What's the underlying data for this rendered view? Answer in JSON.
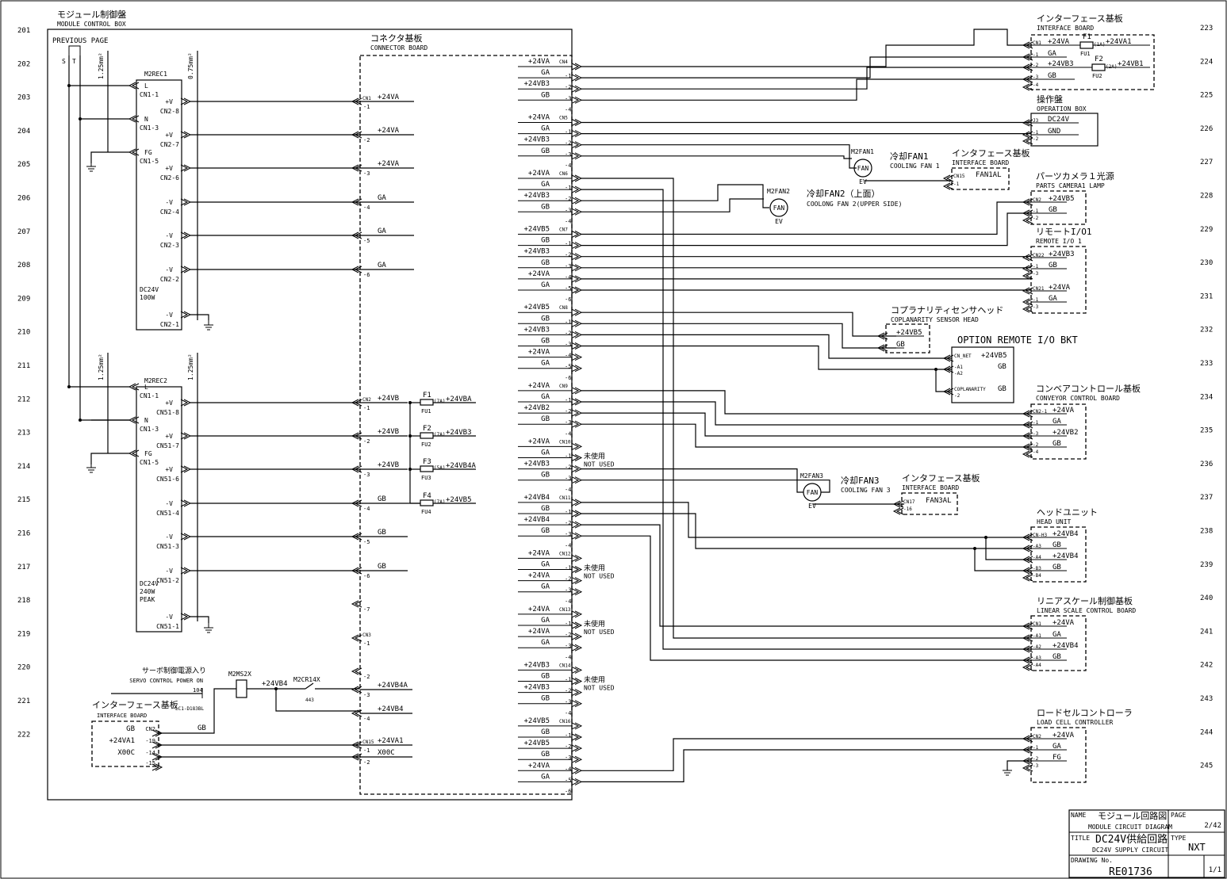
{
  "row_numbers_left": [
    "201",
    "202",
    "203",
    "204",
    "205",
    "206",
    "207",
    "208",
    "209",
    "210",
    "211",
    "212",
    "213",
    "214",
    "215",
    "216",
    "217",
    "218",
    "219",
    "220",
    "221",
    "222"
  ],
  "row_numbers_right": [
    "223",
    "224",
    "225",
    "226",
    "227",
    "228",
    "229",
    "230",
    "231",
    "232",
    "233",
    "234",
    "235",
    "236",
    "237",
    "238",
    "239",
    "240",
    "241",
    "242",
    "243",
    "244",
    "245"
  ],
  "module_box": {
    "title_jp": "モジュール制御盤",
    "title_en": "MODULE CONTROL BOX"
  },
  "previous_page": {
    "label": "PREVIOUS PAGE",
    "wire_s": "S",
    "wire_t": "T"
  },
  "wire_gauges": {
    "g1": "1.25mm²",
    "g2": "0.75mm²",
    "g3": "1.25mm²",
    "g4": "1.25mm²"
  },
  "rec1": {
    "name": "M2REC1",
    "inputs": [
      {
        "sig": "L",
        "pin": "CN1-1"
      },
      {
        "sig": "N",
        "pin": "CN1-3"
      },
      {
        "sig": "FG",
        "pin": "CN1-5"
      }
    ],
    "outputs": [
      {
        "sig": "+V",
        "pin": "CN2-8"
      },
      {
        "sig": "+V",
        "pin": "CN2-7"
      },
      {
        "sig": "+V",
        "pin": "CN2-6"
      },
      {
        "sig": "-V",
        "pin": "CN2-4"
      },
      {
        "sig": "-V",
        "pin": "CN2-3"
      },
      {
        "sig": "-V",
        "pin": "CN2-2"
      },
      {
        "sig": "-V",
        "pin": "CN2-1"
      }
    ],
    "rating": [
      "DC24V",
      "100W"
    ]
  },
  "rec2": {
    "name": "M2REC2",
    "inputs": [
      {
        "sig": "L",
        "pin": "CN1-1"
      },
      {
        "sig": "N",
        "pin": "CN1-3"
      },
      {
        "sig": "FG",
        "pin": "CN1-5"
      }
    ],
    "outputs": [
      {
        "sig": "+V",
        "pin": "CN51-8"
      },
      {
        "sig": "+V",
        "pin": "CN51-7"
      },
      {
        "sig": "+V",
        "pin": "CN51-6"
      },
      {
        "sig": "-V",
        "pin": "CN51-4"
      },
      {
        "sig": "-V",
        "pin": "CN51-3"
      },
      {
        "sig": "-V",
        "pin": "CN51-2"
      },
      {
        "sig": "-V",
        "pin": "CN51-1"
      }
    ],
    "rating": [
      "DC24V",
      "240W",
      "PEAK"
    ]
  },
  "connector_board": {
    "title_jp": "コネクタ基板",
    "title_en": "CONNECTOR BOARD",
    "left_cn1": [
      {
        "pin": "CN1",
        "sub": "-1",
        "net": "+24VA"
      },
      {
        "pin": "",
        "sub": "-2",
        "net": "+24VA"
      },
      {
        "pin": "",
        "sub": "-3",
        "net": "+24VA"
      },
      {
        "pin": "",
        "sub": "-4",
        "net": "GA"
      },
      {
        "pin": "",
        "sub": "-5",
        "net": "GA"
      },
      {
        "pin": "",
        "sub": "-6",
        "net": "GA"
      }
    ],
    "left_cn2": [
      {
        "pin": "CN2",
        "sub": "-1",
        "net": "+24VB"
      },
      {
        "pin": "",
        "sub": "-2",
        "net": "+24VB"
      },
      {
        "pin": "",
        "sub": "-3",
        "net": "+24VB"
      },
      {
        "pin": "",
        "sub": "-4",
        "net": "GB"
      },
      {
        "pin": "",
        "sub": "-5",
        "net": "GB"
      },
      {
        "pin": "",
        "sub": "-6",
        "net": "GB"
      },
      {
        "pin": "",
        "sub": "-7",
        "net": ""
      }
    ],
    "left_cn3": [
      {
        "pin": "CN3",
        "sub": "-1",
        "net": ""
      },
      {
        "pin": "",
        "sub": "-2",
        "net": ""
      },
      {
        "pin": "",
        "sub": "-3",
        "net": "+24VB4A"
      },
      {
        "pin": "",
        "sub": "-4",
        "net": "+24VB4"
      }
    ],
    "left_cn15": [
      {
        "pin": "CN15",
        "sub": "-1",
        "net": "+24VA1"
      },
      {
        "pin": "",
        "sub": "-2",
        "net": "X00C"
      }
    ],
    "fuses": [
      {
        "name": "F1",
        "id": "FU1",
        "rating": "(7A)",
        "out": "+24VBA"
      },
      {
        "name": "F2",
        "id": "FU2",
        "rating": "(7A)",
        "out": "+24VB3"
      },
      {
        "name": "F3",
        "id": "FU3",
        "rating": "(5A)",
        "out": "+24VB4A"
      },
      {
        "name": "F4",
        "id": "FU4",
        "rating": "(7A)",
        "out": "+24VB5"
      }
    ],
    "right_connectors": [
      {
        "name": "CN4",
        "pins": [
          {
            "net": "+24VA",
            "sub": ""
          },
          {
            "net": "GA",
            "sub": "-1"
          },
          {
            "net": "+24VB3",
            "sub": "-2"
          },
          {
            "net": "GB",
            "sub": "-3"
          },
          {
            "net": "",
            "sub": "-4"
          }
        ]
      },
      {
        "name": "CN5",
        "pins": [
          {
            "net": "+24VA",
            "sub": ""
          },
          {
            "net": "GA",
            "sub": "-1"
          },
          {
            "net": "+24VB3",
            "sub": "-2"
          },
          {
            "net": "GB",
            "sub": "-3"
          },
          {
            "net": "",
            "sub": "-4"
          }
        ]
      },
      {
        "name": "CN6",
        "pins": [
          {
            "net": "+24VA",
            "sub": ""
          },
          {
            "net": "GA",
            "sub": "-1"
          },
          {
            "net": "+24VB3",
            "sub": "-2"
          },
          {
            "net": "GB",
            "sub": "-3"
          },
          {
            "net": "",
            "sub": "-4"
          }
        ]
      },
      {
        "name": "CN7",
        "pins": [
          {
            "net": "+24VB5",
            "sub": ""
          },
          {
            "net": "GB",
            "sub": "-1"
          },
          {
            "net": "+24VB3",
            "sub": "-2"
          },
          {
            "net": "GB",
            "sub": "-3"
          },
          {
            "net": "+24VA",
            "sub": "-4"
          },
          {
            "net": "GA",
            "sub": "-5"
          },
          {
            "net": "",
            "sub": "-6"
          }
        ]
      },
      {
        "name": "CN8",
        "pins": [
          {
            "net": "+24VB5",
            "sub": ""
          },
          {
            "net": "GB",
            "sub": "-1"
          },
          {
            "net": "+24VB3",
            "sub": "-2"
          },
          {
            "net": "GB",
            "sub": "-3"
          },
          {
            "net": "+24VA",
            "sub": "-4"
          },
          {
            "net": "GA",
            "sub": "-5"
          },
          {
            "net": "",
            "sub": "-6"
          }
        ]
      },
      {
        "name": "CN9",
        "pins": [
          {
            "net": "+24VA",
            "sub": ""
          },
          {
            "net": "GA",
            "sub": "-1"
          },
          {
            "net": "+24VB2",
            "sub": "-2"
          },
          {
            "net": "GB",
            "sub": "-3"
          },
          {
            "net": "",
            "sub": "-4"
          }
        ]
      },
      {
        "name": "CN10",
        "pins": [
          {
            "net": "+24VA",
            "sub": ""
          },
          {
            "net": "GA",
            "sub": "-1"
          },
          {
            "net": "+24VB3",
            "sub": "-2"
          },
          {
            "net": "GB",
            "sub": "-3"
          },
          {
            "net": "",
            "sub": "-4"
          }
        ],
        "note_jp": "未使用",
        "note_en": "NOT USED"
      },
      {
        "name": "CN11",
        "pins": [
          {
            "net": "+24VB4",
            "sub": ""
          },
          {
            "net": "GB",
            "sub": "-1"
          },
          {
            "net": "+24VB4",
            "sub": "-2"
          },
          {
            "net": "GB",
            "sub": "-3"
          },
          {
            "net": "",
            "sub": "-4"
          }
        ]
      },
      {
        "name": "CN12",
        "pins": [
          {
            "net": "+24VA",
            "sub": ""
          },
          {
            "net": "GA",
            "sub": "-1"
          },
          {
            "net": "+24VA",
            "sub": "-2"
          },
          {
            "net": "GA",
            "sub": "-3"
          },
          {
            "net": "",
            "sub": "-4"
          }
        ],
        "note_jp": "未使用",
        "note_en": "NOT USED"
      },
      {
        "name": "CN13",
        "pins": [
          {
            "net": "+24VA",
            "sub": ""
          },
          {
            "net": "GA",
            "sub": "-1"
          },
          {
            "net": "+24VA",
            "sub": "-2"
          },
          {
            "net": "GA",
            "sub": "-3"
          },
          {
            "net": "",
            "sub": "-4"
          }
        ],
        "note_jp": "未使用",
        "note_en": "NOT USED"
      },
      {
        "name": "CN14",
        "pins": [
          {
            "net": "+24VB3",
            "sub": ""
          },
          {
            "net": "GB",
            "sub": "-1"
          },
          {
            "net": "+24VB3",
            "sub": "-2"
          },
          {
            "net": "GB",
            "sub": "-3"
          },
          {
            "net": "",
            "sub": "-4"
          }
        ],
        "note_jp": "未使用",
        "note_en": "NOT USED"
      },
      {
        "name": "CN16",
        "pins": [
          {
            "net": "+24VB5",
            "sub": ""
          },
          {
            "net": "GB",
            "sub": "-1"
          },
          {
            "net": "+24VB5",
            "sub": "-2"
          },
          {
            "net": "GB",
            "sub": "-3"
          },
          {
            "net": "+24VA",
            "sub": "-4"
          },
          {
            "net": "GA",
            "sub": "-5"
          },
          {
            "net": "",
            "sub": "-6"
          }
        ]
      }
    ]
  },
  "servo": {
    "title_jp": "サーボ制御電源入り",
    "title_en": "SERVO CONTROL POWER ON",
    "ref": "104",
    "part": "LC1-D183BL",
    "relay": "M2MS2X",
    "net": "+24VB4",
    "contact": "M2CR14X",
    "contact_ref": "443",
    "gb": "GB"
  },
  "iface_small": {
    "title_jp": "インターフェース基板",
    "title_en": "INTERFACE BOARD",
    "pins": [
      {
        "net": "GB",
        "pin": "CN2"
      },
      {
        "net": "+24VA1",
        "pin": "-19"
      },
      {
        "net": "X00C",
        "pin": "-14"
      },
      {
        "net": "",
        "pin": "-15"
      }
    ]
  },
  "devices": {
    "iface_top": {
      "title_jp": "インターフェース基板",
      "title_en": "INTERFACE BOARD",
      "pins": [
        {
          "pin": "CN1",
          "net": "+24VA"
        },
        {
          "pin": "-1",
          "net": "GA"
        },
        {
          "pin": "-2",
          "net": "+24VB3"
        },
        {
          "pin": "-3",
          "net": "GB"
        },
        {
          "pin": "-4",
          "net": ""
        }
      ],
      "fuses": [
        {
          "name": "F1",
          "id": "FU1",
          "rating": "(1A)",
          "out": "+24VA1"
        },
        {
          "name": "F2",
          "id": "FU2",
          "rating": "(2A)",
          "out": "+24VB1"
        }
      ]
    },
    "operation_box": {
      "title_jp": "操作盤",
      "title_en": "OPERATION BOX",
      "pins": [
        {
          "pin": "J3",
          "net": "DC24V"
        },
        {
          "pin": "-1",
          "net": "GND"
        },
        {
          "pin": "-2",
          "net": ""
        }
      ]
    },
    "fan1": {
      "name": "M2FAN1",
      "symbol": "FAN",
      "ev": "EV",
      "title_jp": "冷却FAN1",
      "title_en": "COOLING FAN 1"
    },
    "fan1_iface": {
      "title_jp": "インタフェース基板",
      "title_en": "INTERFACE BOARD",
      "pins": [
        {
          "pin": "CN15",
          "net": "FAN1AL"
        },
        {
          "pin": "-1",
          "net": ""
        }
      ]
    },
    "fan2": {
      "name": "M2FAN2",
      "symbol": "FAN",
      "ev": "EV",
      "title_jp": "冷却FAN2（上面）",
      "title_en": "COOLONG FAN 2(UPPER SIDE)"
    },
    "camera_lamp": {
      "title_jp": "パーツカメラ１光源",
      "title_en": "PARTS CAMERA1 LAMP",
      "pins": [
        {
          "pin": "CN2",
          "net": "+24VB5"
        },
        {
          "pin": "-1",
          "net": "GB"
        },
        {
          "pin": "-2",
          "net": ""
        }
      ]
    },
    "remote_io": {
      "title_jp": "リモートI/O1",
      "title_en": "REMOTE I/O 1",
      "pins": [
        {
          "pin": "CN22",
          "net": "+24VB3"
        },
        {
          "pin": "-1",
          "net": "GB"
        },
        {
          "pin": "-3",
          "net": ""
        },
        {
          "pin": "CN21",
          "net": "+24VA"
        },
        {
          "pin": "-1",
          "net": "GA"
        },
        {
          "pin": "-3",
          "net": ""
        }
      ]
    },
    "coplanarity": {
      "title_jp": "コプラナリティセンサヘッド",
      "title_en": "COPLANARITY SENSOR HEAD",
      "pins": [
        {
          "net": "+24VB5"
        },
        {
          "net": "GB"
        }
      ]
    },
    "option_remote": {
      "title": "OPTION REMOTE I/O BKT",
      "pins": [
        {
          "pin": "CN_NET",
          "net": "+24VB5"
        },
        {
          "pin": "-A1",
          "net": "GB"
        },
        {
          "pin": "-A2",
          "net": ""
        },
        {
          "pin": "COPLANARITY",
          "net": "GB"
        },
        {
          "pin": "-2",
          "net": ""
        }
      ]
    },
    "conveyor": {
      "title_jp": "コンベアコントロール基板",
      "title_en": "CONVEYOR CONTROL BOARD",
      "pins": [
        {
          "pin": "CN2-1",
          "net": "+24VA"
        },
        {
          "pin": "-1",
          "net": "GA"
        },
        {
          "pin": "-3",
          "net": "+24VB2"
        },
        {
          "pin": "-2",
          "net": "GB"
        },
        {
          "pin": "-4",
          "net": ""
        }
      ]
    },
    "fan3": {
      "name": "M2FAN3",
      "symbol": "FAN",
      "ev": "EV",
      "title_jp": "冷却FAN3",
      "title_en": "COOLING FAN 3"
    },
    "fan3_iface": {
      "title_jp": "インタフェース基板",
      "title_en": "INTERFACE BOARD",
      "pins": [
        {
          "pin": "CN17",
          "net": "FAN3AL"
        },
        {
          "pin": "-16",
          "net": ""
        }
      ]
    },
    "head_unit": {
      "title_jp": "ヘッドユニット",
      "title_en": "HEAD UNIT",
      "pins": [
        {
          "pin": "CN-H3",
          "net": "+24VB4"
        },
        {
          "pin": "-A3",
          "net": "GB"
        },
        {
          "pin": "-A4",
          "net": "+24VB4"
        },
        {
          "pin": "-B3",
          "net": "GB"
        },
        {
          "pin": "-B4",
          "net": ""
        }
      ]
    },
    "linear_scale": {
      "title_jp": "リニアスケール制御基板",
      "title_en": "LINEAR SCALE CONTROL BOARD",
      "pins": [
        {
          "pin": "CN1",
          "net": "+24VA"
        },
        {
          "pin": "-A1",
          "net": "GA"
        },
        {
          "pin": "-A2",
          "net": "+24VB4"
        },
        {
          "pin": "-A3",
          "net": "GB"
        },
        {
          "pin": "-A4",
          "net": ""
        }
      ]
    },
    "load_cell": {
      "title_jp": "ロードセルコントローラ",
      "title_en": "LOAD CELL CONTROLLER",
      "pins": [
        {
          "pin": "CN2",
          "net": "+24VA"
        },
        {
          "pin": "-1",
          "net": "GA"
        },
        {
          "pin": "-2",
          "net": "FG"
        },
        {
          "pin": "-3",
          "net": ""
        }
      ]
    }
  },
  "title_block": {
    "name_label": "NAME",
    "name_jp": "モジュール回路図",
    "name_en": "MODULE CIRCUIT DIAGRAM",
    "page_label": "PAGE",
    "page": "2/42",
    "title_label": "TITLE",
    "title_jp": "DC24V供給回路",
    "title_en": "DC24V SUPPLY CIRCUIT",
    "type_label": "TYPE",
    "type": "NXT",
    "drawing_label": "DRAWING No.",
    "drawing_no": "RE01736",
    "sheet": "1/1"
  }
}
